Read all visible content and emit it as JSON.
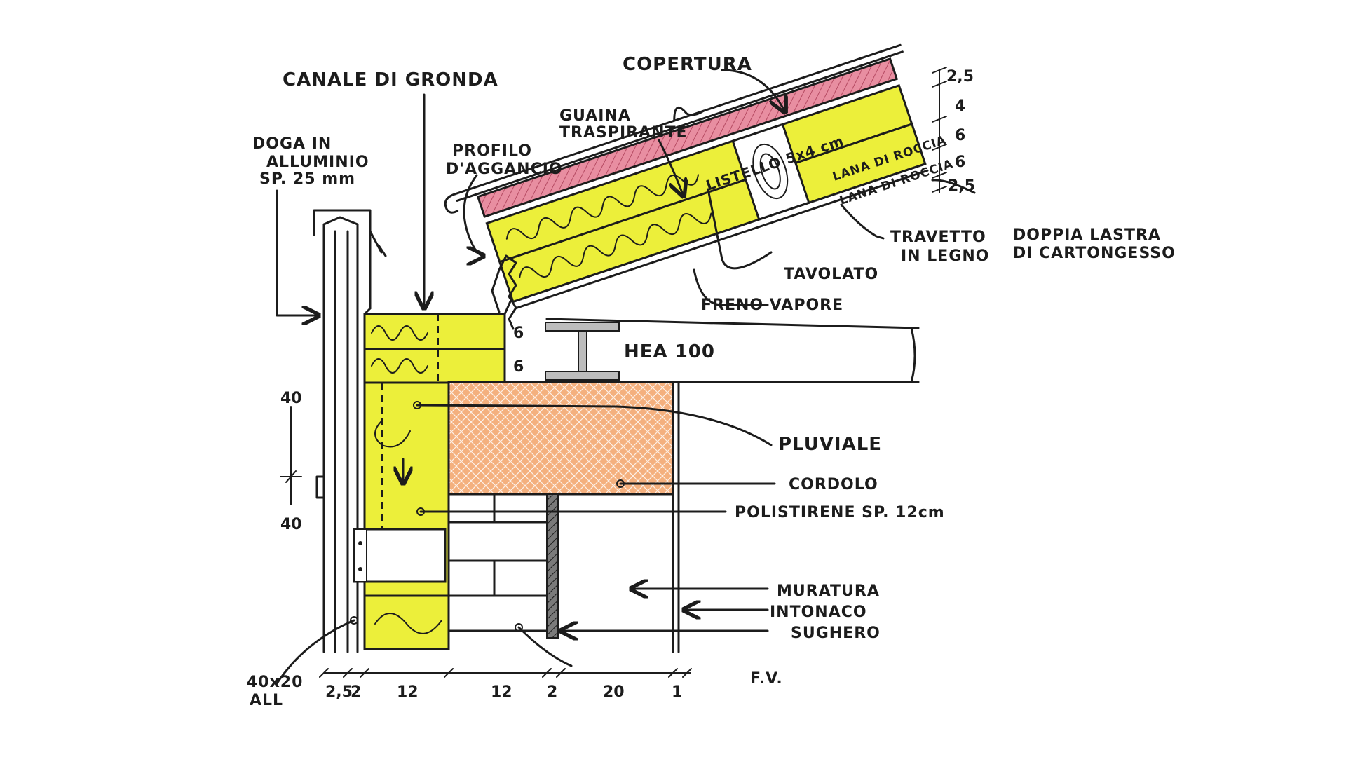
{
  "colors": {
    "insulation": "#ecef3a",
    "cordolo": "#f4b07e",
    "roof_red": "#e88ea1",
    "ink": "#1c1c1c",
    "hea_fill": "#ffffff"
  },
  "labels": {
    "canale_di_gronda": "CANALE DI GRONDA",
    "copertura": "COPERTURA",
    "doga_line1": "DOGA IN",
    "doga_line2": "ALLUMINIO",
    "doga_line3": "SP. 25 mm",
    "profilo_line1": "PROFILO",
    "profilo_line2": "D'AGGANCIO",
    "guaina_line1": "GUAINA",
    "guaina_line2": "TRASPIRANTE",
    "listello": "LISTELLO 5x4 cm",
    "lana_1": "LANA DI ROCCIA",
    "lana_2": "LANA DI ROCCIA",
    "travetto_line1": "TRAVETTO",
    "travetto_line2": "IN LEGNO",
    "doppia_line1": "DOPPIA LASTRA",
    "doppia_line2": "DI CARTONGESSO",
    "tavolato": "TAVOLATO",
    "freno_vapore": "FRENO VAPORE",
    "hea": "HEA 100",
    "pluviale": "PLUVIALE",
    "cordolo": "CORDOLO",
    "polistirene": "POLISTIRENE SP. 12cm",
    "muratura": "MURATURA",
    "intonaco": "INTONACO",
    "sughero": "SUGHERO",
    "fv": "F.V.",
    "all_line1": "40x20",
    "all_line2": "ALL"
  },
  "roof_dims": [
    "2,5",
    "4",
    "6",
    "6",
    "2,5"
  ],
  "gutter_dims": [
    "6",
    "6"
  ],
  "side_dims": [
    "40",
    "40"
  ],
  "bottom_dims": [
    "2,5",
    "2",
    "12",
    "12",
    "2",
    "20",
    "1"
  ]
}
